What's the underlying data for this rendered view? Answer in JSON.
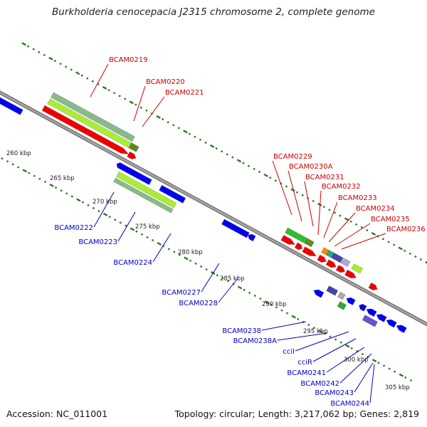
{
  "title": "Burkholderia cenocepacia J2315 chromosome 2, complete genome",
  "accession": {
    "label": "Accession:",
    "value": "NC_011001"
  },
  "summary": "Topology: circular; Length: 3,217,062 bp; Genes: 2,819",
  "colors": {
    "backbone": "#8a8a8a",
    "tick": "#2a7a1e",
    "forward_label": "#cc0000",
    "reverse_label": "#0000cc",
    "forward_gene": "#ee0000",
    "reverse_gene": "#0000ee",
    "rna_dark": "#88bb88",
    "rna_light": "#aaee33"
  },
  "scale_labels": [
    "260 kbp",
    "265 kbp",
    "270 kbp",
    "275 kbp",
    "280 kbp",
    "285 kbp",
    "290 kbp",
    "295 kbp",
    "300 kbp",
    "305 kbp"
  ],
  "forward_genes": [
    "BCAM0219",
    "BCAM0220",
    "BCAM0221",
    "BCAM0229",
    "BCAM0230A",
    "BCAM0231",
    "BCAM0232",
    "BCAM0233",
    "BCAM0234",
    "BCAM0235",
    "BCAM0236"
  ],
  "reverse_genes": [
    "BCAM0222",
    "BCAM0223",
    "BCAM0224",
    "BCAM0227",
    "BCAM0228",
    "BCAM0238",
    "BCAM0238A",
    "cciI",
    "cciR",
    "BCAM0241",
    "BCAM0242",
    "BCAM0243",
    "BCAM0244"
  ]
}
